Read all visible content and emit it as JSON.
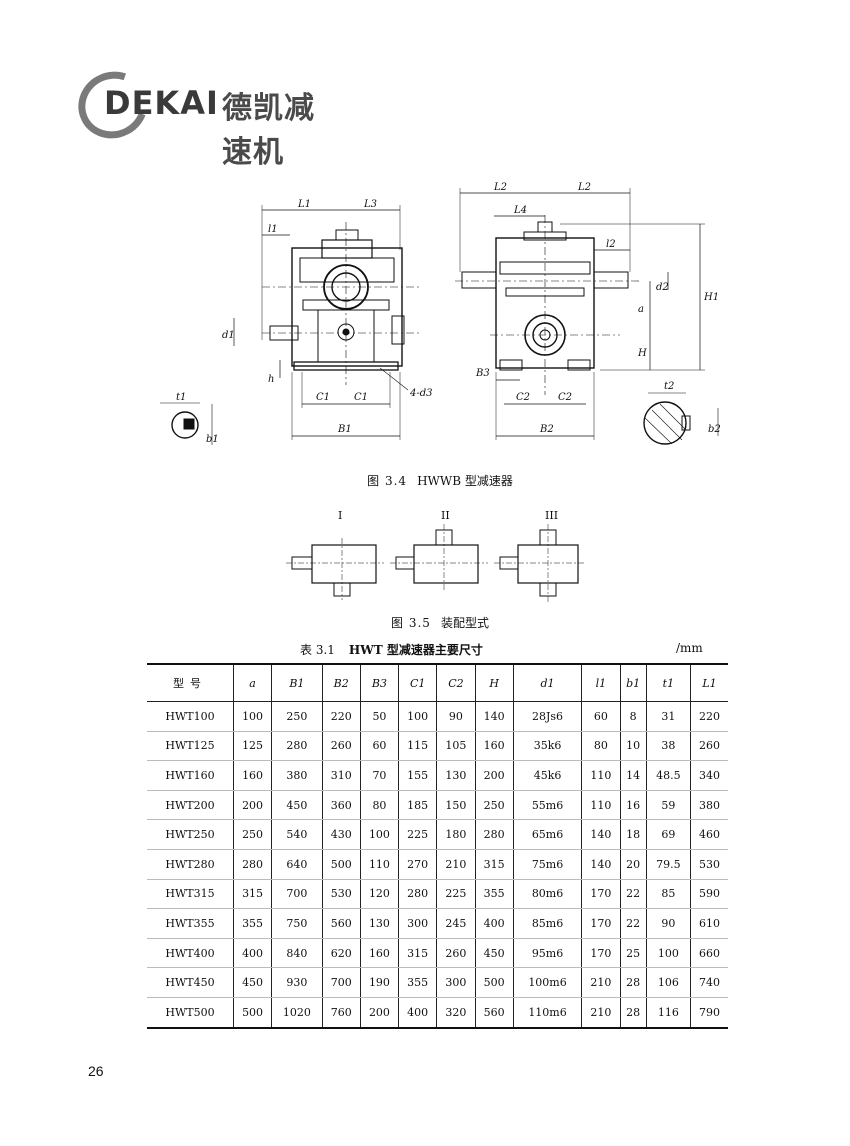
{
  "logo": {
    "brand": "DEKAI",
    "brand_cn": "德凯减速机"
  },
  "figure_3_4": {
    "caption_num": "图 3.4",
    "caption_text": "HWWB 型减速器",
    "dims_left": {
      "L1": "L1",
      "L3": "L3",
      "l1": "l1",
      "d1": "d1",
      "h": "h",
      "C1a": "C1",
      "C1b": "C1",
      "B1": "B1",
      "d3": "4-d3",
      "t1": "t1",
      "b1": "b1"
    },
    "dims_right": {
      "L2a": "L2",
      "L2b": "L2",
      "L4": "L4",
      "l2": "l2",
      "d2": "d2",
      "H1": "H1",
      "a": "a",
      "H": "H",
      "B3": "B3",
      "C2a": "C2",
      "C2b": "C2",
      "B2": "B2",
      "t2": "t2",
      "b2": "b2"
    }
  },
  "figure_3_5": {
    "caption_num": "图 3.5",
    "caption_text": "装配型式",
    "labels": [
      "I",
      "II",
      "III"
    ]
  },
  "table_3_1": {
    "title_num": "表 3.1",
    "title_text": "HWT 型减速器主要尺寸",
    "unit": "/mm",
    "headers": [
      "型号",
      "a",
      "B1",
      "B2",
      "B3",
      "C1",
      "C2",
      "H",
      "d1",
      "l1",
      "b1",
      "t1",
      "L1"
    ],
    "rows": [
      [
        "HWT100",
        "100",
        "250",
        "220",
        "50",
        "100",
        "90",
        "140",
        "28Js6",
        "60",
        "8",
        "31",
        "220"
      ],
      [
        "HWT125",
        "125",
        "280",
        "260",
        "60",
        "115",
        "105",
        "160",
        "35k6",
        "80",
        "10",
        "38",
        "260"
      ],
      [
        "HWT160",
        "160",
        "380",
        "310",
        "70",
        "155",
        "130",
        "200",
        "45k6",
        "110",
        "14",
        "48.5",
        "340"
      ],
      [
        "HWT200",
        "200",
        "450",
        "360",
        "80",
        "185",
        "150",
        "250",
        "55m6",
        "110",
        "16",
        "59",
        "380"
      ],
      [
        "HWT250",
        "250",
        "540",
        "430",
        "100",
        "225",
        "180",
        "280",
        "65m6",
        "140",
        "18",
        "69",
        "460"
      ],
      [
        "HWT280",
        "280",
        "640",
        "500",
        "110",
        "270",
        "210",
        "315",
        "75m6",
        "140",
        "20",
        "79.5",
        "530"
      ],
      [
        "HWT315",
        "315",
        "700",
        "530",
        "120",
        "280",
        "225",
        "355",
        "80m6",
        "170",
        "22",
        "85",
        "590"
      ],
      [
        "HWT355",
        "355",
        "750",
        "560",
        "130",
        "300",
        "245",
        "400",
        "85m6",
        "170",
        "22",
        "90",
        "610"
      ],
      [
        "HWT400",
        "400",
        "840",
        "620",
        "160",
        "315",
        "260",
        "450",
        "95m6",
        "170",
        "25",
        "100",
        "660"
      ],
      [
        "HWT450",
        "450",
        "930",
        "700",
        "190",
        "355",
        "300",
        "500",
        "100m6",
        "210",
        "28",
        "106",
        "740"
      ],
      [
        "HWT500",
        "500",
        "1020",
        "760",
        "200",
        "400",
        "320",
        "560",
        "110m6",
        "210",
        "28",
        "116",
        "790"
      ]
    ]
  },
  "page_number": "26"
}
